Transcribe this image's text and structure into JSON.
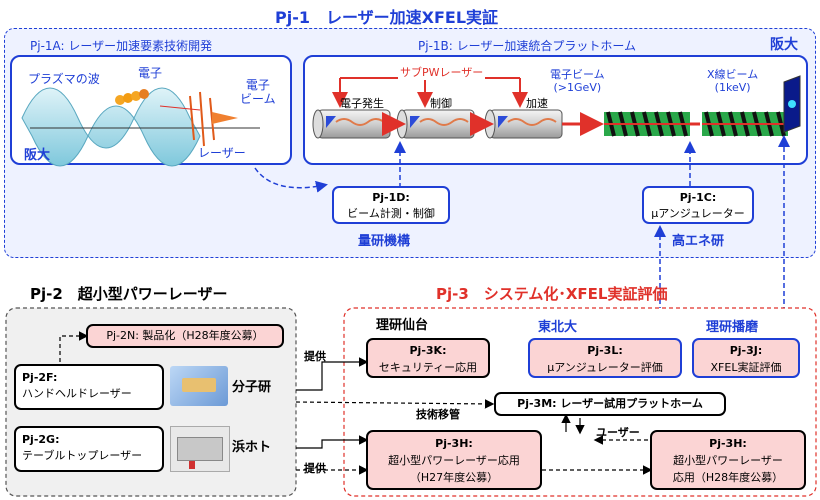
{
  "pj1": {
    "title": "Pj-1　レーザー加速XFEL実証",
    "org_right": "阪大",
    "a": {
      "title": "Pj-1A: レーザー加速要素技術開発",
      "plasma_wave": "プラズマの波",
      "electron": "電子",
      "electron_beam_1": "電子",
      "electron_beam_2": "ビーム",
      "laser": "レーザー",
      "org": "阪大"
    },
    "b": {
      "title": "Pj-1B: レーザー加速統合プラットホーム",
      "sub_pw_laser": "サブPWレーザー",
      "electron_gen": "電子発生",
      "control": "制御",
      "accel": "加速",
      "ebeam_1": "電子ビーム",
      "ebeam_2": "(>1GeV)",
      "xray_1": "X線ビーム",
      "xray_2": "(1keV)"
    },
    "d": {
      "title": "Pj-1D:",
      "text": "ビーム計測・制御",
      "org": "量研機構"
    },
    "c": {
      "title": "Pj-1C:",
      "text": "μアンジュレーター",
      "org": "高エネ研"
    }
  },
  "pj2": {
    "title": "Pj-2　超小型パワーレーザー",
    "n": "Pj-2N: 製品化（H28年度公募）",
    "f": {
      "title": "Pj-2F:",
      "text": "ハンドヘルドレーザー",
      "org": "分子研"
    },
    "g": {
      "title": "Pj-2G:",
      "text": "テーブルトップレーザー",
      "org": "浜ホト"
    }
  },
  "pj3": {
    "title": "Pj-3　システム化･XFEL実証評価",
    "org_riken_sendai": "理研仙台",
    "org_tohoku": "東北大",
    "org_riken_harima": "理研播磨",
    "k": {
      "title": "Pj-3K:",
      "text": "セキュリティー応用"
    },
    "l": {
      "title": "Pj-3L:",
      "text": "μアンジュレーター評価"
    },
    "j": {
      "title": "Pj-3J:",
      "text": "XFEL実証評価"
    },
    "m": "Pj-3M: レーザー試用プラットホーム",
    "h1": {
      "title": "Pj-3H:",
      "line1": "超小型パワーレーザー応用",
      "line2": "（H27年度公募）"
    },
    "h2": {
      "title": "Pj-3H:",
      "line1": "超小型パワーレーザー",
      "line2": "応用（H28年度公募）"
    },
    "tech_transfer": "技術移管",
    "user": "ユーザー",
    "provide_1": "提供",
    "provide_2": "提供"
  }
}
